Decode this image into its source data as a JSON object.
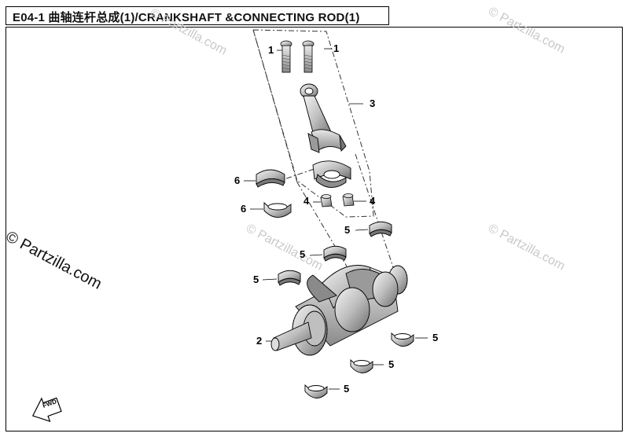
{
  "title": "E04-1 曲轴连杆总成(1)/CRANKSHAFT &CONNECTING ROD(1)",
  "watermark": "© Partzilla.com",
  "fwd_label": "FWD",
  "callouts": {
    "bolt": "1",
    "bolt_2": "1",
    "crankshaft": "2",
    "rod_assembly": "3",
    "nut_left": "4",
    "nut_right": "4",
    "rod_bearing_upper": "6",
    "rod_bearing_lower": "6",
    "main_bearing_a": "5",
    "main_bearing_b": "5",
    "main_bearing_c": "5",
    "main_bearing_d": "5",
    "main_bearing_e": "5",
    "main_bearing_f": "5"
  }
}
